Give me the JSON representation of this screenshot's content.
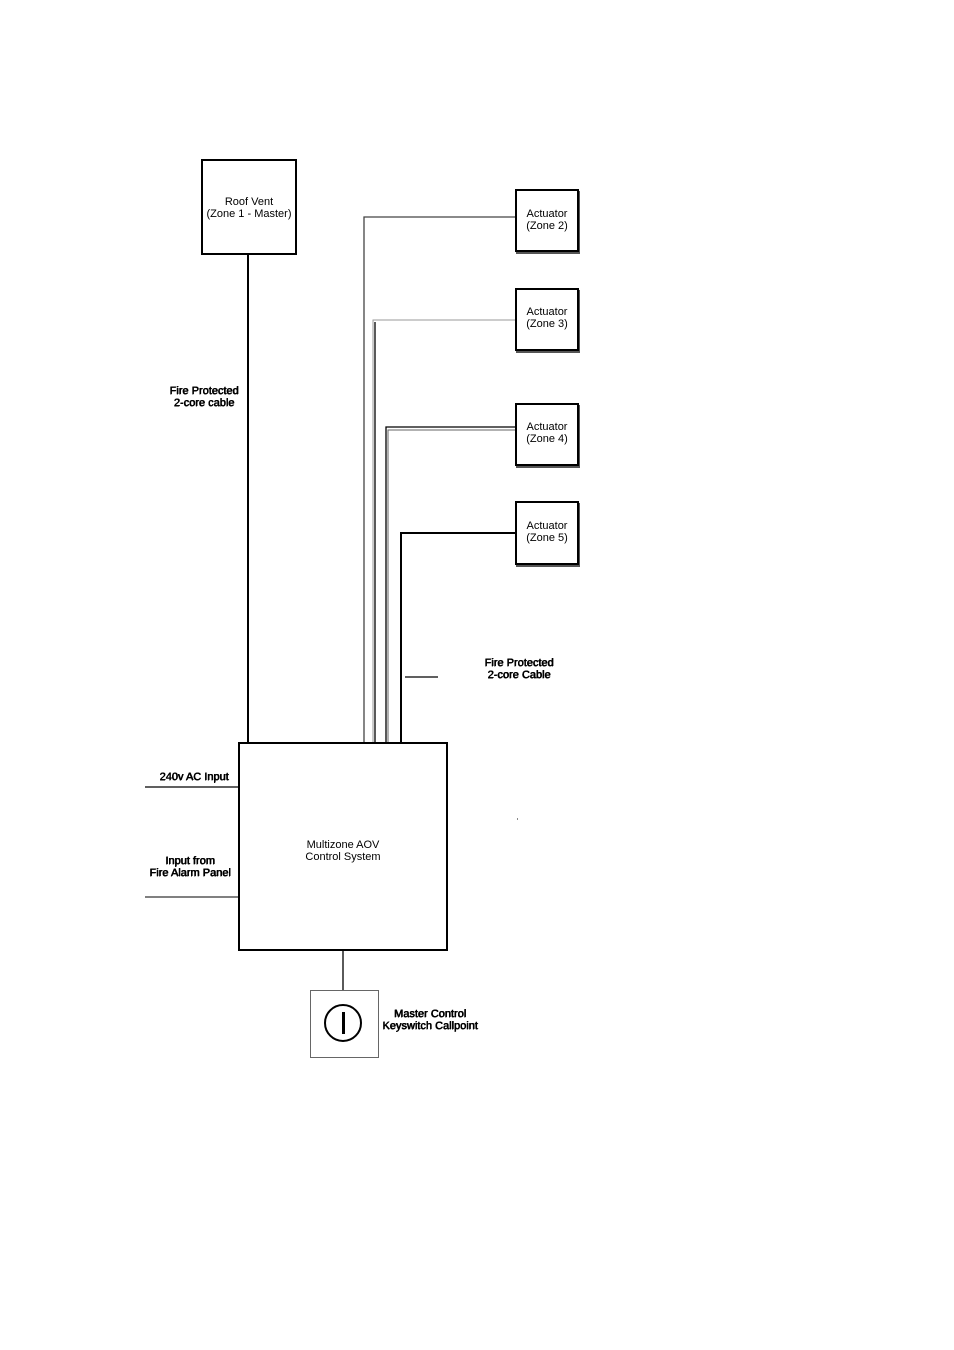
{
  "roof_vent": {
    "line1": "Roof Vent",
    "line2": "(Zone 1 - Master)"
  },
  "actuators": [
    {
      "line1": "Actuator",
      "line2": "(Zone 2)"
    },
    {
      "line1": "Actuator",
      "line2": "(Zone 3)"
    },
    {
      "line1": "Actuator",
      "line2": "(Zone 4)"
    },
    {
      "line1": "Actuator",
      "line2": "(Zone 5)"
    }
  ],
  "cable_label_left": {
    "line1": "Fire Protected",
    "line2": "2-core cable"
  },
  "cable_label_right": {
    "line1": "Fire Protected",
    "line2": "2-core Cable"
  },
  "control_system": {
    "line1": "Multizone AOV",
    "line2": "Control System"
  },
  "ac_input": {
    "label": "240v AC Input"
  },
  "fire_alarm_input": {
    "line1": "Input from",
    "line2": "Fire Alarm Panel"
  },
  "keyswitch": {
    "line1": "Master Control",
    "line2": "Keyswitch Callpoint"
  }
}
